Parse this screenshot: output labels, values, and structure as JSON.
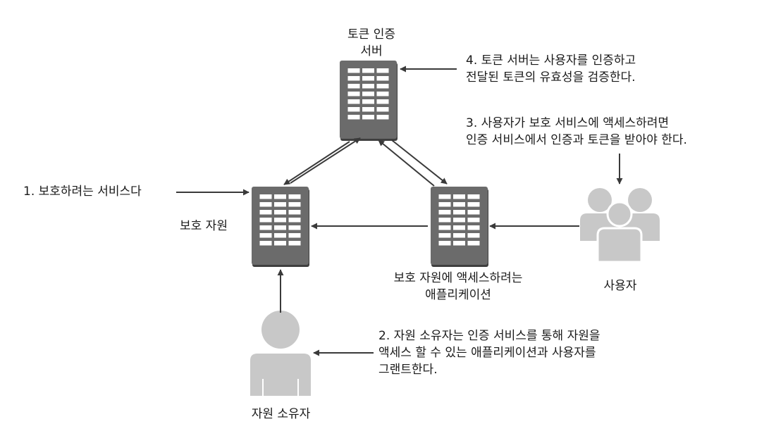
{
  "nodes": {
    "auth_server": {
      "label_line1": "토큰 인증",
      "label_line2": "서버",
      "icon": "server-icon"
    },
    "protected_resource": {
      "label": "보호 자원",
      "icon": "server-icon"
    },
    "application": {
      "label_line1": "보호 자원에 액세스하려는",
      "label_line2": "애플리케이션",
      "icon": "server-icon"
    },
    "users": {
      "label": "사용자",
      "icon": "user-group-icon"
    },
    "resource_owner": {
      "label": "자원 소유자",
      "icon": "user-icon"
    }
  },
  "notes": {
    "note1": {
      "text": "1. 보호하려는 서비스다"
    },
    "note2": {
      "line1": "2. 자원 소유자는 인증 서비스를 통해 자원을",
      "line2": "액세스 할 수 있는 애플리케이션과 사용자를",
      "line3": "그랜트한다."
    },
    "note3": {
      "line1": "3. 사용자가 보호 서비스에 액세스하려면",
      "line2": "인증 서비스에서 인증과 토큰을 받아야 한다."
    },
    "note4": {
      "line1": "4. 토큰 서버는 사용자를 인증하고",
      "line2": "전달된 토큰의 유효성을 검증한다."
    }
  },
  "colors": {
    "server_body": "#6b6b6b",
    "server_shadow": "#3f3f3f",
    "server_cell": "#ffffff",
    "person": "#c8c8c8",
    "arrow": "#3a3a3a",
    "text": "#1a1a1a"
  }
}
